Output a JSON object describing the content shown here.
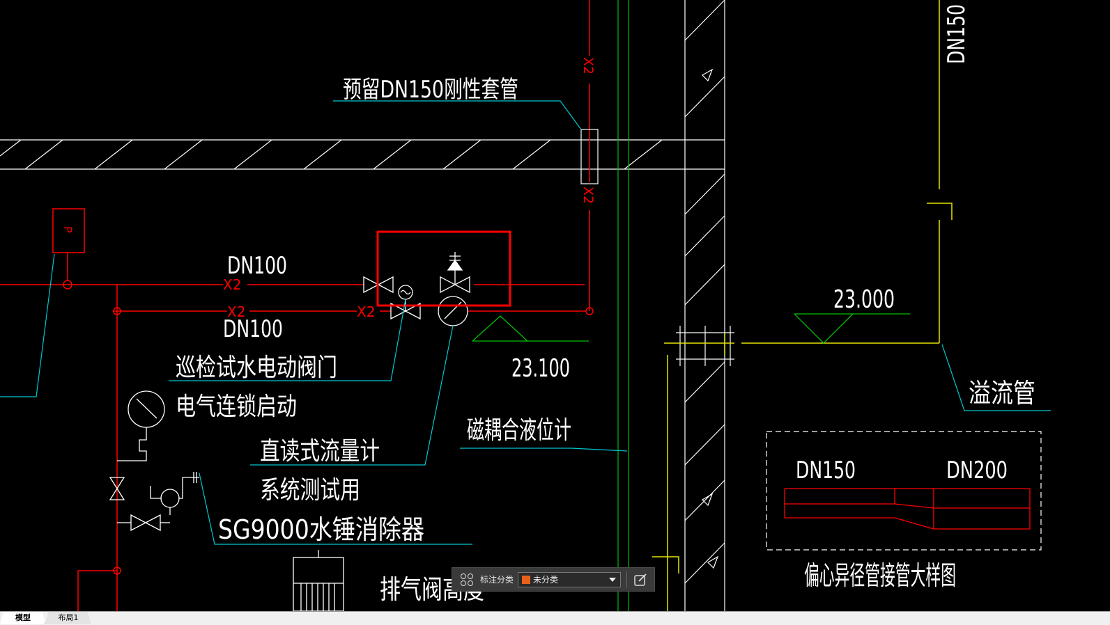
{
  "drawing": {
    "labels": {
      "sleeve": "预留DN150刚性套管",
      "dn100_top": "DN100",
      "dn100_bottom": "DN100",
      "x2_a": "X2",
      "x2_b": "X2",
      "x2_c": "X2",
      "x2_d": "X2",
      "x2_e": "X2",
      "elev_23100": "23.100",
      "elev_23000": "23.000",
      "dn150_vertical": "DN150",
      "electric_valve": "巡检试水电动阀门",
      "interlock": "电气连锁启动",
      "flowmeter": "直读式流量计",
      "system_test": "系统测试用",
      "hammer": "SG9000水锤消除器",
      "air_valve": "排气阀高度",
      "level_gauge": "磁耦合液位计",
      "overflow": "溢流管",
      "detail_dn150": "DN150",
      "detail_dn200": "DN200",
      "detail_title": "偏心异径管接管大样图",
      "pressure_symbol": "P"
    },
    "colors": {
      "pipe_red": "#ff0000",
      "leader_cyan": "#00c8d0",
      "yellow": "#e6e600",
      "green": "#00c000",
      "white": "#ffffff"
    }
  },
  "toolbar": {
    "icon": "grid-icon",
    "category_label": "标注分类",
    "category_value": "未分类",
    "swatch_color": "#e8611a",
    "edit_icon": "edit-icon"
  },
  "tabs": {
    "model": "模型",
    "layout1": "布局1"
  }
}
